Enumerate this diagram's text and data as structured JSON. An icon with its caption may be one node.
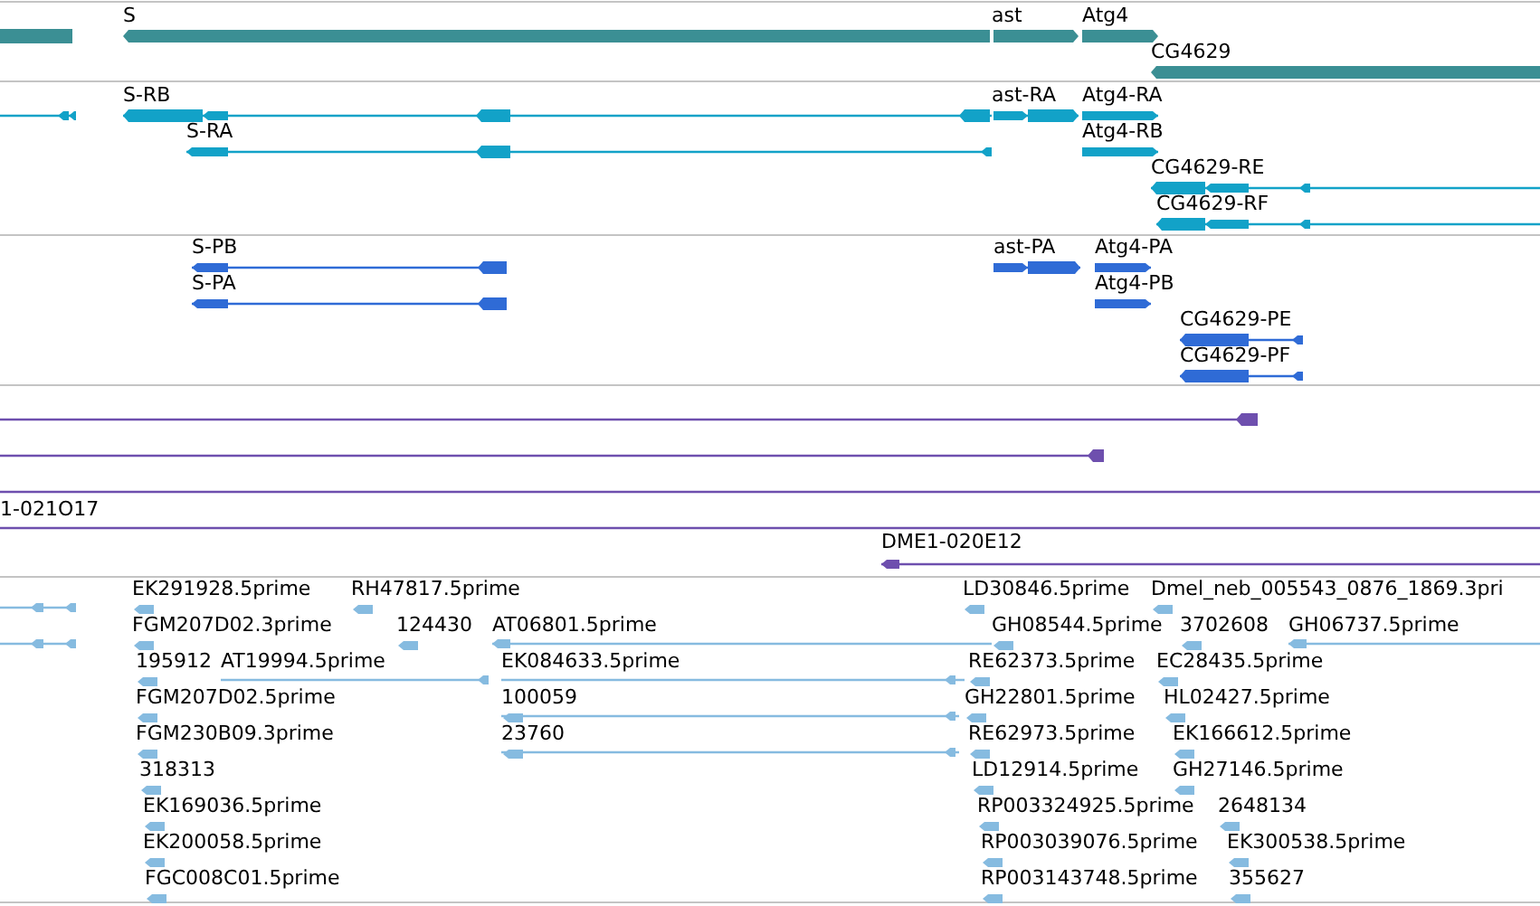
{
  "diagram": {
    "labels": [
      "S",
      "ast",
      "Atg4",
      "CG4629",
      "S-RB",
      "ast-RA",
      "Atg4-RA",
      "S-RA",
      "Atg4-RB",
      "CG4629-RE",
      "CG4629-RF",
      "S-PB",
      "ast-PA",
      "Atg4-PA",
      "S-PA",
      "Atg4-PB",
      "CG4629-PE",
      "CG4629-PF",
      "1-021O17",
      "DME1-020E12",
      "EK291928.5prime",
      "RH47817.5prime",
      "LD30846.5prime",
      "Dmel_neb_005543_0876_1869.3pri",
      "FGM207D02.3prime",
      "124430",
      "AT06801.5prime",
      "GH08544.5prime",
      "3702608",
      "GH06737.5prime",
      "195912",
      "AT19994.5prime",
      "EK084633.5prime",
      "RE62373.5prime",
      "EC28435.5prime",
      "FGM207D02.5prime",
      "100059",
      "GH22801.5prime",
      "HL02427.5prime",
      "FGM230B09.3prime",
      "23760",
      "RE62973.5prime",
      "EK166612.5prime",
      "318313",
      "LD12914.5prime",
      "GH27146.5prime",
      "EK169036.5prime",
      "RP003324925.5prime",
      "2648134",
      "EK200058.5prime",
      "RP003039076.5prime",
      "EK300538.5prime",
      "FGC008C01.5prime",
      "RP003143748.5prime",
      "355627"
    ]
  }
}
